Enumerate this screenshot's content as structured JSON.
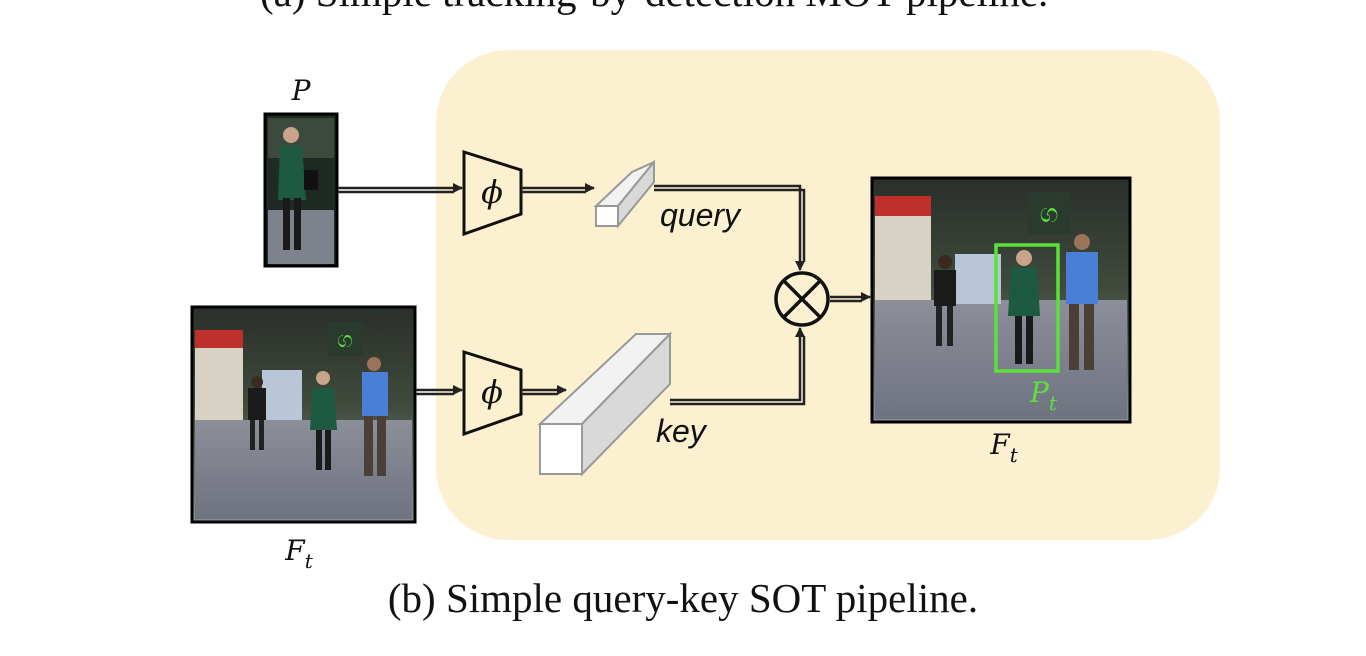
{
  "top_caption_fragment": "(a) Simple tracking-by-detection MOT pipeline.",
  "caption": "(b) Simple query-key SOT pipeline.",
  "labels": {
    "prototype": "P",
    "frame_left": "F",
    "frame_left_sub": "t",
    "frame_right": "F",
    "frame_right_sub": "t",
    "encoder_top": "ϕ",
    "encoder_bottom": "ϕ",
    "query": "query",
    "key": "key",
    "operator": "⊗",
    "box_label": "P",
    "box_label_sub": "t"
  },
  "colors": {
    "panel": "#fbf0cf",
    "box": "#5ce03c",
    "line": "#222222"
  }
}
